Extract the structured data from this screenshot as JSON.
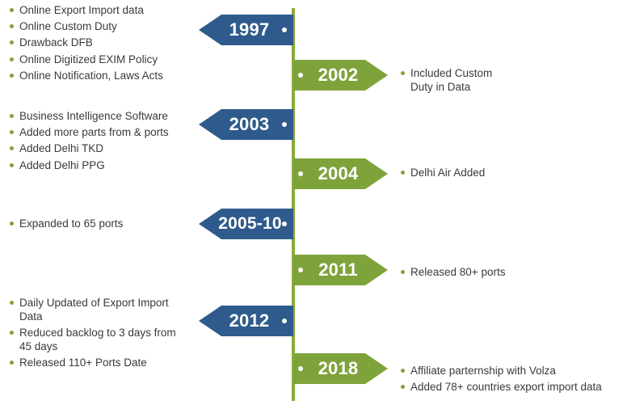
{
  "accent_colors": {
    "blue": "#2f5b8c",
    "green": "#7fa33b"
  },
  "milestones": [
    {
      "year": "1997",
      "items": [
        "Online Export Import data",
        "Online Custom Duty",
        "Drawback DFB",
        "Online Digitized EXIM Policy",
        "Online Notification, Laws Acts"
      ]
    },
    {
      "year": "2002",
      "items": [
        "Included Custom Duty in Data"
      ]
    },
    {
      "year": "2003",
      "items": [
        "Business Intelligence Software",
        "Added more parts from & ports",
        "Added Delhi TKD",
        "Added Delhi PPG"
      ]
    },
    {
      "year": "2004",
      "items": [
        "Delhi Air Added"
      ]
    },
    {
      "year": "2005-10",
      "items": [
        "Expanded to 65 ports"
      ]
    },
    {
      "year": "2011",
      "items": [
        "Released 80+ ports"
      ]
    },
    {
      "year": "2012",
      "items": [
        "Daily Updated of Export Import Data",
        "Reduced backlog to 3 days from 45 days",
        "Released 110+ Ports Date"
      ]
    },
    {
      "year": "2018",
      "items": [
        "Affiliate parternship with Volza",
        "Added 78+ countries export import data"
      ]
    }
  ]
}
